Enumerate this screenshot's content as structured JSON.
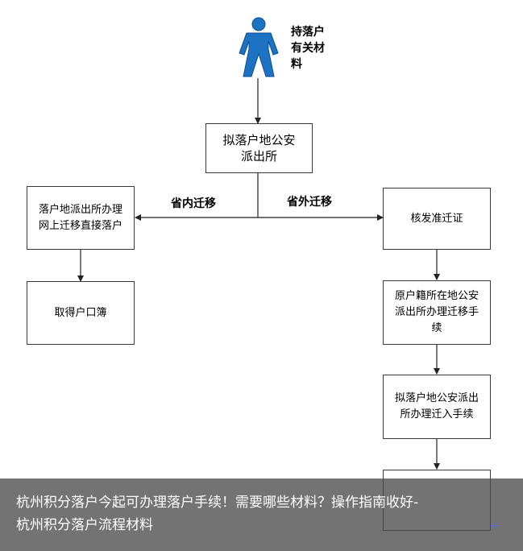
{
  "actor": {
    "icon": "person-icon",
    "label_lines": [
      "持落户",
      "有关材",
      "料"
    ]
  },
  "nodes": {
    "police_dest": "拟落户地公安\n派出所",
    "left_process": "落户地派出所办理\n网上迁移直接落户",
    "left_result": "取得户口簿",
    "right_approve": "核发准迁证",
    "right_origin": "原户籍所在地公安\n派出所办理迁移手\n续",
    "right_dest": "拟落户地公安派出\n所办理迁入手续",
    "right_final": ""
  },
  "edges": {
    "in_province": "省内迁移",
    "out_province": "省外迁移"
  },
  "caption": {
    "line1": "杭州积分落户今起可办理落户手续！需要哪些材料？操作指南收好-",
    "line2": "杭州积分落户流程材料"
  },
  "colors": {
    "person": "#1d72c4",
    "overlay": "#4b4b4b",
    "return_mark": "#5b6be0"
  }
}
